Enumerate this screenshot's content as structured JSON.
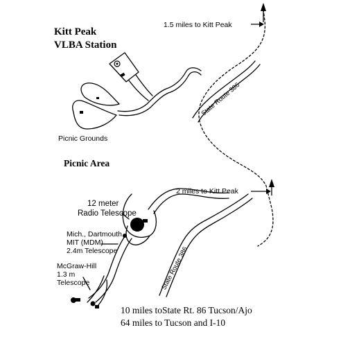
{
  "title": {
    "line1": "Kitt Peak",
    "line2": "VLBA Station"
  },
  "areas": {
    "picnic_grounds": "Picnic Grounds",
    "picnic_area": "Picnic Area"
  },
  "directions": {
    "top": "1.5 miles to Kitt Peak",
    "middle": "2 miles to Kitt Peak",
    "bottom_line1": "10 miles toState Rt. 86 Tucson/Ajo",
    "bottom_line2": "64 miles to Tucson and I-10"
  },
  "roads": {
    "upper": "State Route 386",
    "lower": "State Route 386"
  },
  "telescopes": {
    "radio": {
      "line1": "12 meter",
      "line2": "Radio Telescope"
    },
    "mdm": {
      "line1": "Mich., Dartmouth",
      "line2": "MIT (MDM)",
      "line3": "2.4m Telescope"
    },
    "mcgraw": {
      "line1": "McGraw-Hill",
      "line2": "1.3 m",
      "line3": "Telescope"
    }
  },
  "icons": [
    "north-arrow-icon",
    "direction-arrow-icon",
    "radio-dish-icon",
    "building-icon",
    "telescope-dome-icon"
  ],
  "colors": {
    "ink": "#000000",
    "background": "#ffffff"
  }
}
